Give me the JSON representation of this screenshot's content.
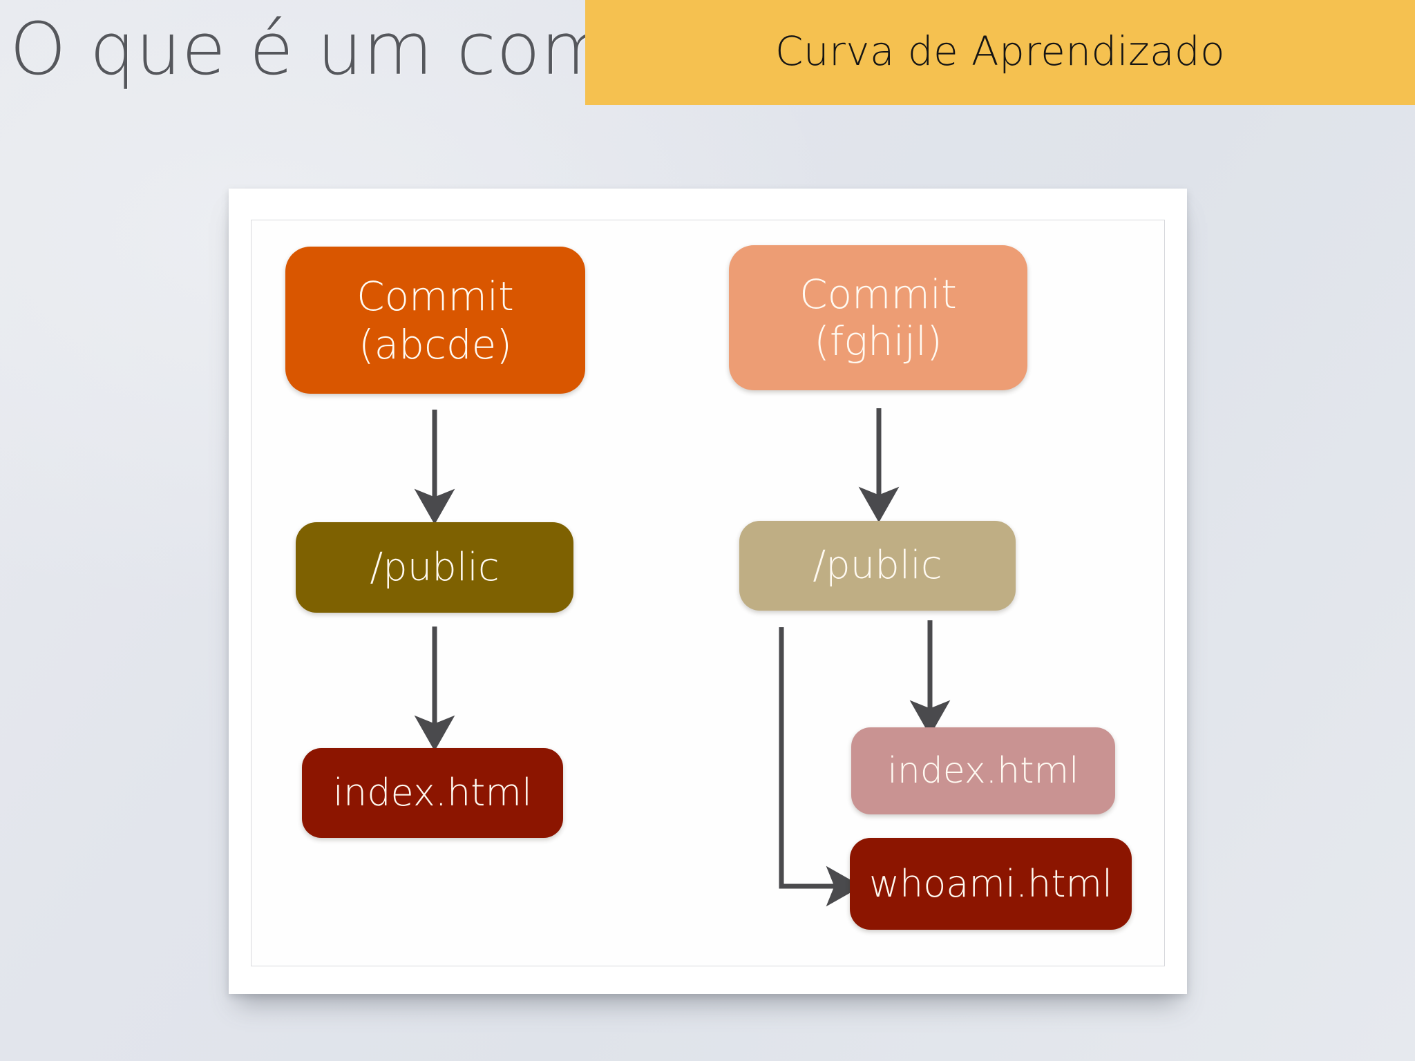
{
  "slide": {
    "title": "O que é um commit?",
    "banner_label": "Curva de Aprendizado",
    "banner_color": "#f5c150",
    "title_color": "#55575c",
    "background_color": "#e2e5ec"
  },
  "diagram": {
    "type": "flowchart",
    "nodes": [
      {
        "id": "commit-abcde",
        "line1": "Commit",
        "line2": "(abcde)",
        "color": "#d95600",
        "text_color": "#fffaf2"
      },
      {
        "id": "commit-fghijl",
        "line1": "Commit",
        "line2": "(fghijl)",
        "color": "#ed9d74",
        "text_color": "#fffaf2"
      },
      {
        "id": "public-left",
        "line1": "/public",
        "color": "#7e6101",
        "text_color": "#fffaf2"
      },
      {
        "id": "public-right",
        "line1": "/public",
        "color": "#bfae84",
        "text_color": "#fffaf2"
      },
      {
        "id": "index-left",
        "line1": "index.html",
        "color": "#8c1500",
        "text_color": "#fffaf2"
      },
      {
        "id": "index-right",
        "line1": "index.html",
        "color": "#c99392",
        "text_color": "#fffaf2"
      },
      {
        "id": "whoami",
        "line1": "whoami.html",
        "color": "#8c1500",
        "text_color": "#fffaf2"
      }
    ],
    "edges": [
      {
        "id": "edge-commit-abcde-to-public-left",
        "from": "commit-abcde",
        "to": "public-left",
        "style": "straight-down-arrow"
      },
      {
        "id": "edge-public-left-to-index-left",
        "from": "public-left",
        "to": "index-left",
        "style": "straight-down-arrow"
      },
      {
        "id": "edge-commit-fghijl-to-public-right",
        "from": "commit-fghijl",
        "to": "public-right",
        "style": "straight-down-arrow"
      },
      {
        "id": "edge-public-right-to-index-right",
        "from": "public-right",
        "to": "index-right",
        "style": "straight-down-arrow"
      },
      {
        "id": "edge-public-right-to-whoami",
        "from": "public-right",
        "to": "whoami",
        "style": "elbow-down-right-arrow"
      }
    ],
    "edge_color": "#4a4a4d"
  }
}
